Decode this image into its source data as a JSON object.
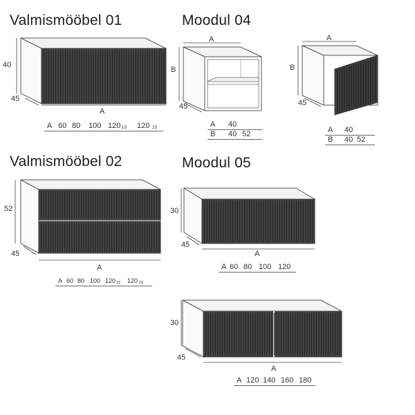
{
  "sections": {
    "valmismoobel01": {
      "title": "Valmismööbel 01",
      "dims": {
        "height": "40",
        "depth": "45",
        "width": "A"
      },
      "table": {
        "letter": "A",
        "values": [
          "60",
          "80",
          "100",
          "120",
          "120"
        ],
        "sub1": "1S",
        "sub2": "2S"
      }
    },
    "valmismoobel02": {
      "title": "Valmismööbel 02",
      "dims": {
        "height": "52",
        "depth": "45",
        "width": "A"
      },
      "table": {
        "letter": "A",
        "values": [
          "60",
          "80",
          "100",
          "120",
          "120"
        ],
        "sub1": "1S",
        "sub2": "2S"
      }
    },
    "moodul04": {
      "title": "Moodul 04",
      "dims": {
        "width": "A",
        "height": "B",
        "depth": "45"
      },
      "table": {
        "row1_letter": "A",
        "row1_value": "40",
        "row2_letter": "B",
        "row2_v1": "40",
        "row2_v2": "52"
      }
    },
    "moodul04_door": {
      "dims": {
        "width": "A",
        "height": "B",
        "depth": "45"
      },
      "table": {
        "row1_letter": "A",
        "row1_value": "40",
        "row2_letter": "B",
        "row2_v1": "40",
        "row2_v2": "52"
      }
    },
    "moodul05": {
      "title": "Moodul 05",
      "dims": {
        "height": "30",
        "depth": "45",
        "width": "A"
      },
      "table": {
        "letter": "A",
        "values": [
          "60",
          "80",
          "100",
          "120"
        ]
      }
    },
    "moodul05_wide": {
      "dims": {
        "height": "30",
        "depth": "45",
        "width": "A"
      },
      "table": {
        "letter": "A",
        "values": [
          "120",
          "140",
          "160",
          "180"
        ]
      }
    }
  },
  "colors": {
    "front": "#3a3a3a",
    "line": "#555555",
    "top": "#f2f2f2",
    "ribs": "#1a1a1a"
  }
}
